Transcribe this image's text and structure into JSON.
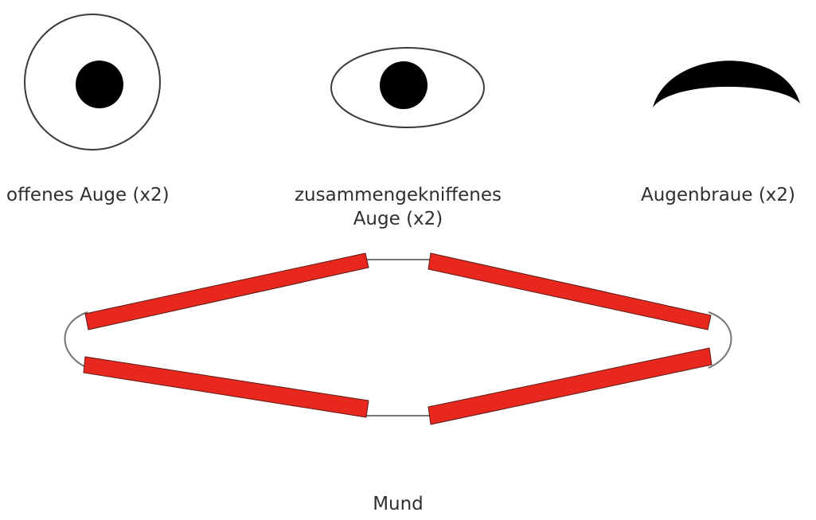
{
  "labels": {
    "open_eye": "offenes Auge (x2)",
    "squint_eye": "zusammengekniffenes Auge (x2)",
    "eyebrow": "Augenbraue (x2)",
    "mouth": "Mund"
  },
  "colors": {
    "mouth_bar": "#e8281e",
    "outline": "#3a3a3a",
    "pupil": "#000000",
    "eyebrow": "#000000"
  }
}
